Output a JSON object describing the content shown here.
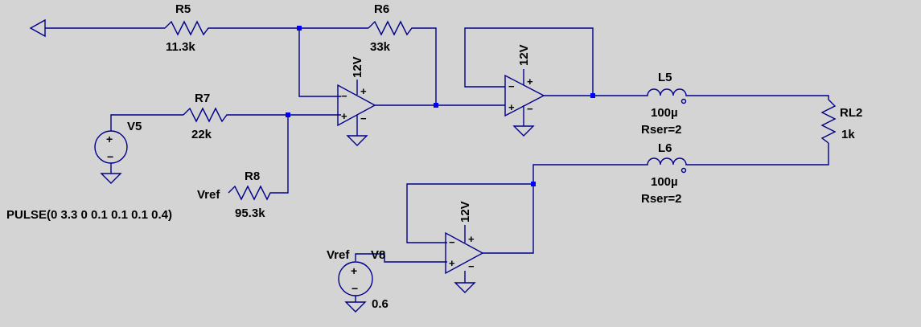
{
  "schematic": {
    "resistors": {
      "r5": {
        "name": "R5",
        "value": "11.3k"
      },
      "r6": {
        "name": "R6",
        "value": "33k"
      },
      "r7": {
        "name": "R7",
        "value": "22k"
      },
      "r8": {
        "name": "R8",
        "value": "95.3k"
      },
      "rl2": {
        "name": "RL2",
        "value": "1k"
      }
    },
    "inductors": {
      "l5": {
        "name": "L5",
        "value": "100µ",
        "rser": "Rser=2"
      },
      "l6": {
        "name": "L6",
        "value": "100µ",
        "rser": "Rser=2"
      }
    },
    "opamps": {
      "u1": {
        "supply": "12V"
      },
      "u2": {
        "supply": "12V"
      },
      "u3": {
        "supply": "12V"
      }
    },
    "sources": {
      "v5": {
        "name": "V5",
        "value": "PULSE(0 3.3 0 0.1 0.1 0.1 0.4)"
      },
      "v8": {
        "name": "V8",
        "value": "0.6"
      }
    },
    "net_labels": {
      "vref_r8": "Vref",
      "vref_v8": "Vref"
    },
    "glyphs": {
      "plus": "+",
      "minus": "−"
    },
    "colors": {
      "wire": "#00008b",
      "junction": "#0000ff",
      "background": "#d4d4d4"
    }
  }
}
